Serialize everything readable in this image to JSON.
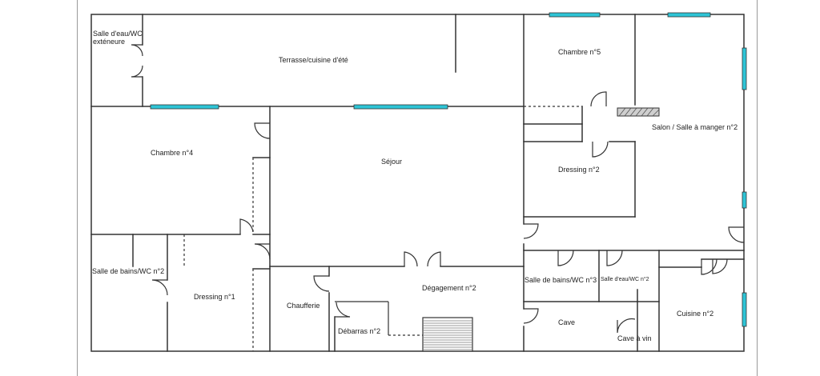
{
  "plan": {
    "window_color": "#2ec4d6",
    "rooms": {
      "salle_eau_ext_line1": "Salle d'eau/WC",
      "salle_eau_ext_line2": "exténeure",
      "terrasse": "Terrasse/cuisine d'été",
      "chambre5": "Chambre n°5",
      "salon": "Salon / Salle à manger n°2",
      "chambre4": "Chambre n°4",
      "sejour": "Séjour",
      "dressing2": "Dressing n°2",
      "salle_bains2": "Salle de bains/WC n°2",
      "dressing1": "Dressing n°1",
      "chaufferie": "Chaufferie",
      "degagement2": "Dégagement n°2",
      "debarras2": "Débarras n°2",
      "salle_bains3": "Salle de bains/WC n°3",
      "salle_eau2": "Salle d'eau/WC n°2",
      "cave": "Cave",
      "cave_vin": "Cave à vin",
      "cuisine2": "Cuisine n°2"
    }
  }
}
